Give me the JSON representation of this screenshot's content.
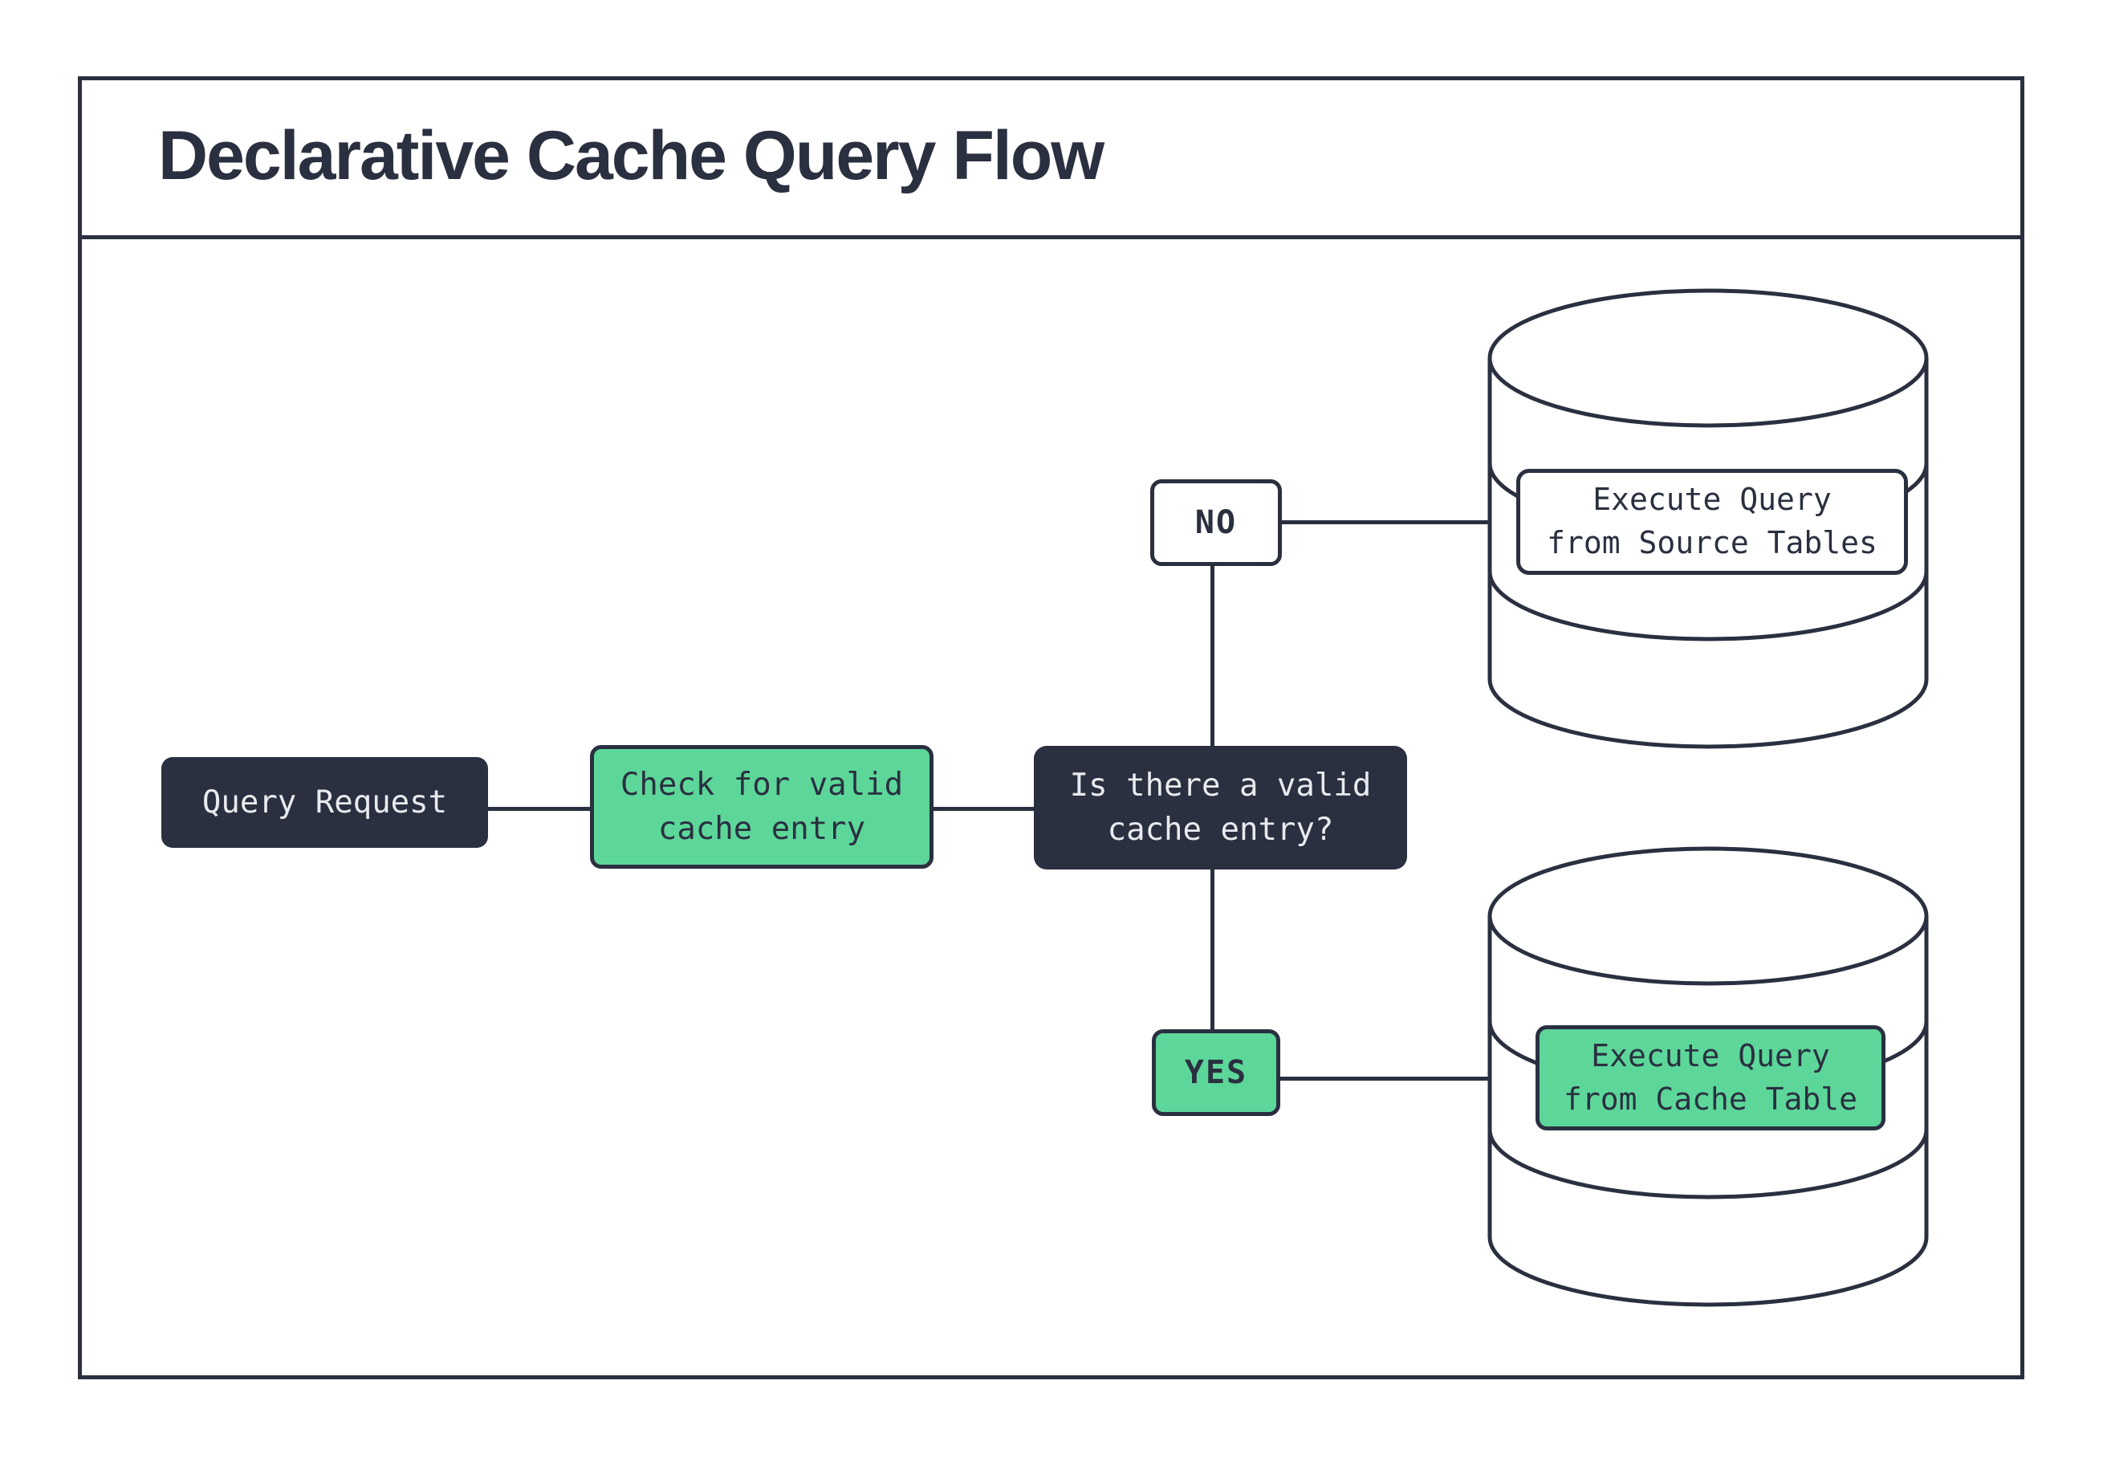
{
  "title": "Declarative Cache Query Flow",
  "colors": {
    "dark_navy": "#2A3040",
    "green": "#5DD69A",
    "light_text": "#E8EAED",
    "white": "#FFFFFF"
  },
  "nodes": {
    "query_request": {
      "label": "Query Request"
    },
    "check_cache": {
      "line1": "Check for valid",
      "line2": "cache entry"
    },
    "decision": {
      "line1": "Is there a valid",
      "line2": "cache entry?"
    },
    "no_branch": {
      "label": "NO"
    },
    "yes_branch": {
      "label": "YES"
    },
    "source_db": {
      "line1": "Execute Query",
      "line2": "from Source Tables"
    },
    "cache_db": {
      "line1": "Execute Query",
      "line2": "from Cache Table"
    }
  }
}
